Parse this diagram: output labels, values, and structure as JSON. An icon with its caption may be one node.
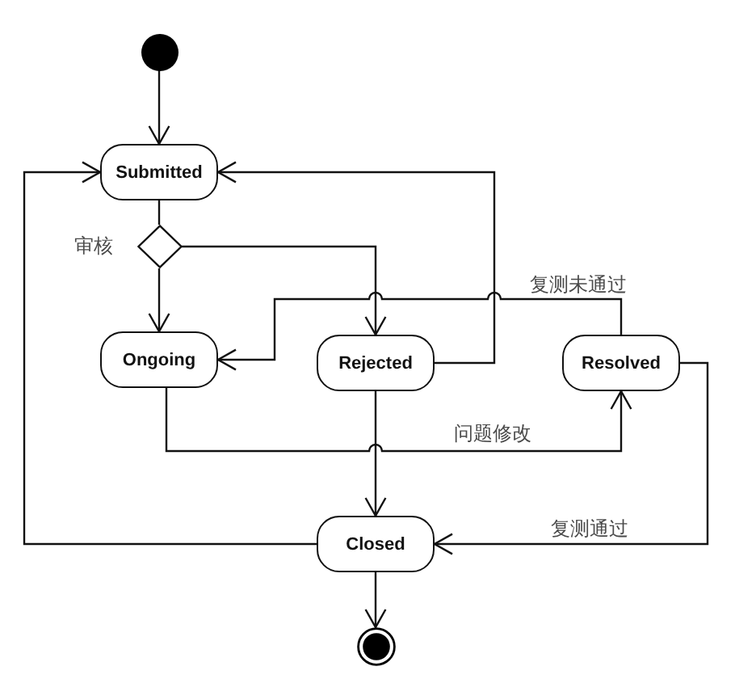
{
  "diagram": {
    "nodes": [
      {
        "text": [],
        "shape": "circle"
      },
      {
        "text": [
          "Submitted"
        ]
      },
      {
        "text": [],
        "shape": "diamond",
        "beside": [
          "审核"
        ]
      },
      {
        "text": [
          "Ongoing"
        ]
      },
      {
        "text": [
          "Rejected"
        ]
      },
      {
        "text": [
          "Resolved"
        ]
      },
      {
        "text": [
          "Closed"
        ]
      },
      {
        "text": [],
        "shape": "circle"
      }
    ],
    "edges": [
      {
        "from": 0,
        "to": 1,
        "arrow": "to"
      },
      {
        "from": 1,
        "to": 2,
        "arrow": "none"
      },
      {
        "from": 2,
        "to": 3,
        "arrow": "to"
      },
      {
        "from": 2,
        "to": 4,
        "arrow": "to"
      },
      {
        "from": 4,
        "to": 1,
        "arrow": "to"
      },
      {
        "from": 5,
        "to": 3,
        "arrow": "to",
        "label": "复测未通过"
      },
      {
        "from": 3,
        "to": 5,
        "arrow": "to",
        "label": "问题修改"
      },
      {
        "from": 4,
        "to": 6,
        "arrow": "to"
      },
      {
        "from": 5,
        "to": 6,
        "arrow": "to",
        "label": "复测通过"
      },
      {
        "from": 6,
        "to": 1,
        "arrow": "to"
      },
      {
        "from": 6,
        "to": 7,
        "arrow": "to"
      }
    ]
  }
}
